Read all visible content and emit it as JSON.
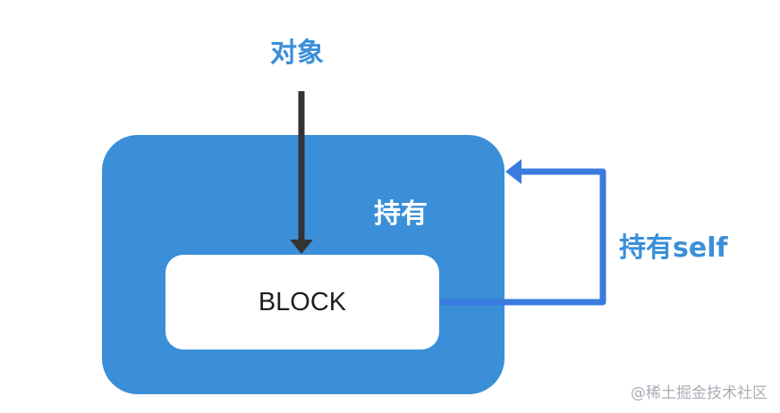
{
  "diagram": {
    "object_label": "对象",
    "block_label": "BLOCK",
    "holds_label": "持有",
    "holds_self_label": "持有self",
    "colors": {
      "outer_fill": "#3a8fd8",
      "inner_fill": "#ffffff",
      "down_arrow": "#333333",
      "loop_arrow": "#3a7be0",
      "label_blue": "#3a8fd8"
    }
  },
  "watermark": "@稀土掘金技术社区"
}
